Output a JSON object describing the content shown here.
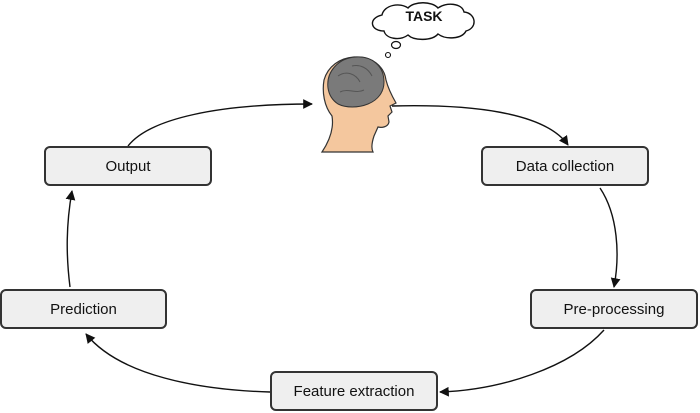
{
  "task": {
    "label": "TASK"
  },
  "steps": {
    "output": "Output",
    "data_collection": "Data collection",
    "pre_processing": "Pre-processing",
    "feature_extraction": "Feature extraction",
    "prediction": "Prediction"
  },
  "colors": {
    "box_fill": "#efefef",
    "box_border": "#333333",
    "arrow": "#111111",
    "head_skin": "#f4c79e",
    "brain": "#7a7a7a"
  },
  "icons": {
    "thinker": "human-head-with-brain-icon",
    "thought": "thought-cloud-icon"
  }
}
